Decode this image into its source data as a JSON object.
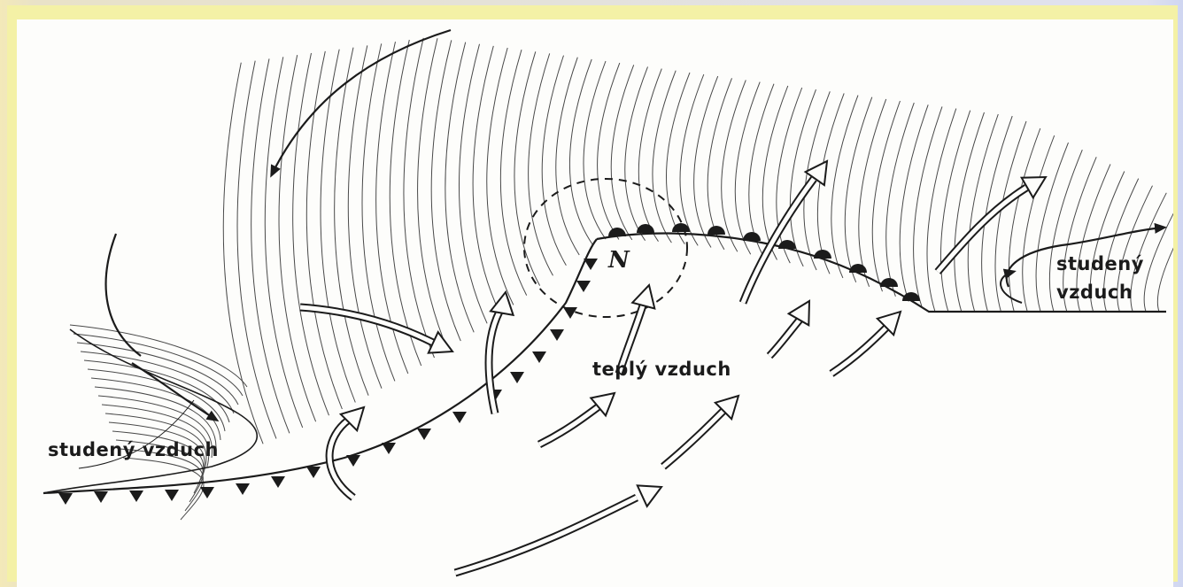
{
  "labels": {
    "cold_air_left": "studený vzduch",
    "warm_air": "teplý vzduch",
    "cold_air_right_line1": "studený",
    "cold_air_right_line2": "vzduch",
    "low_pressure": "N"
  },
  "colors": {
    "ink": "#1b1b1b",
    "paper": "#fdfdfb",
    "frame": "#f4f1a6"
  }
}
